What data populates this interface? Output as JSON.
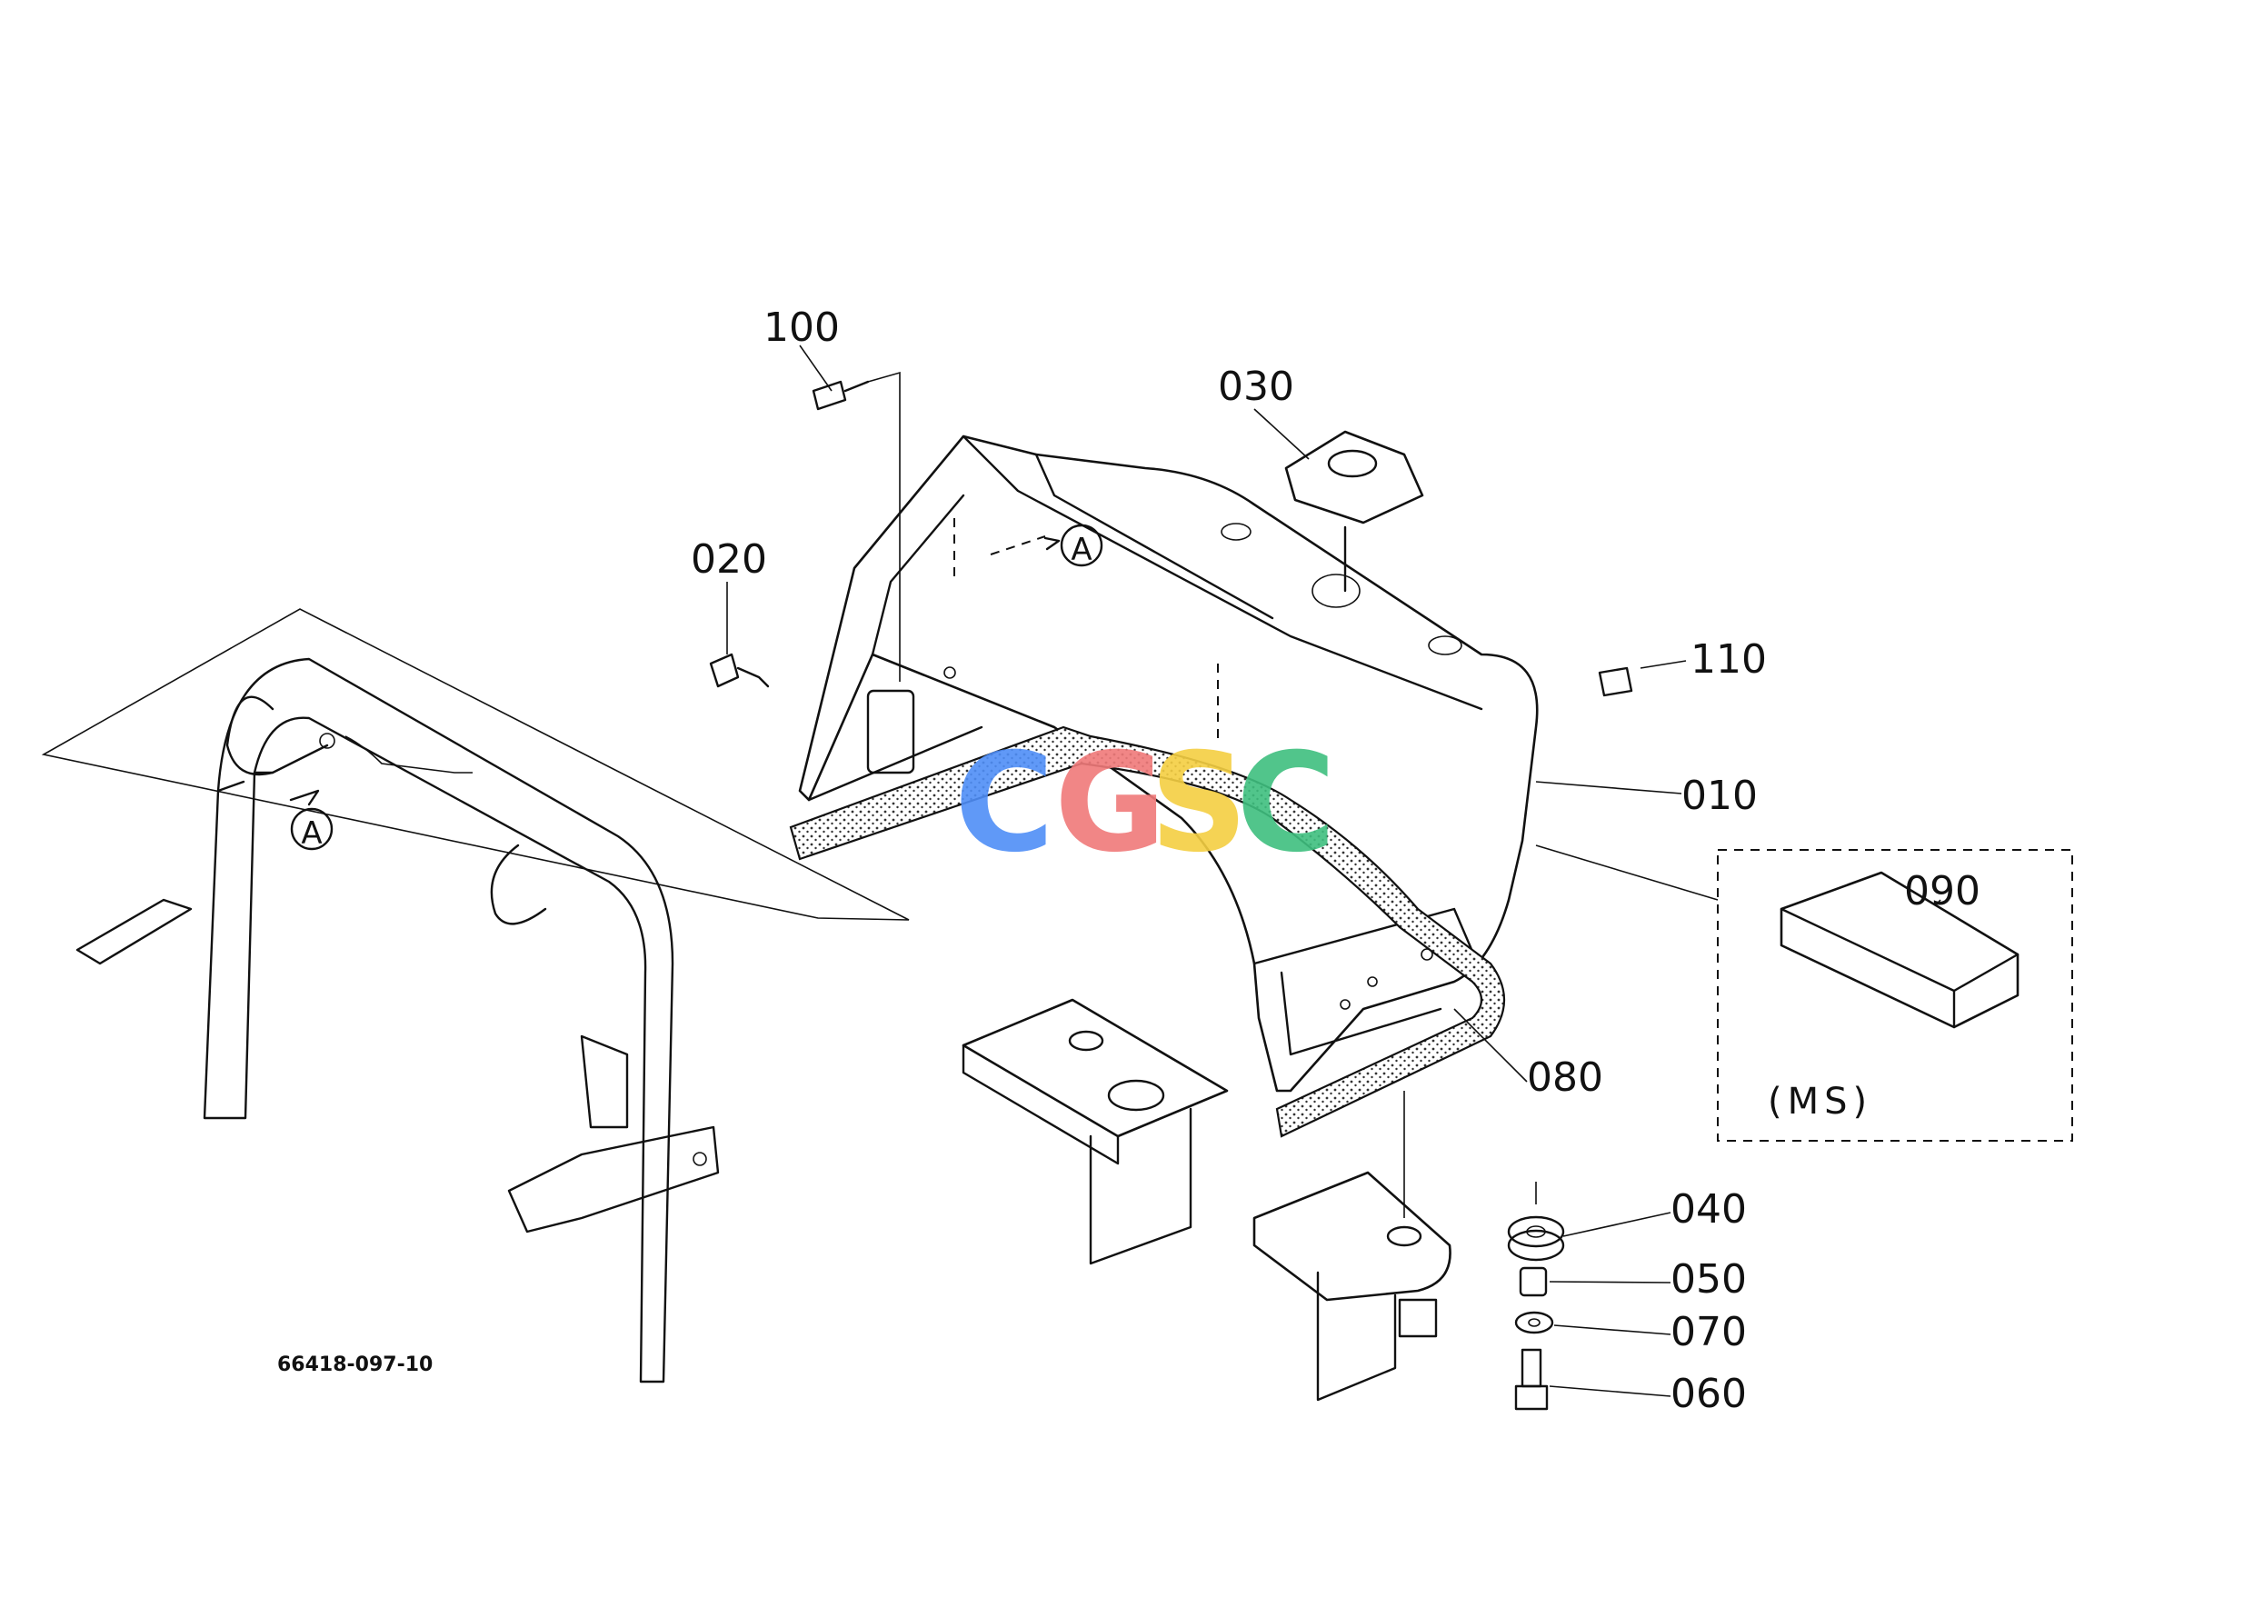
{
  "parts": [
    {
      "id": "p010",
      "label": "010"
    },
    {
      "id": "p020",
      "label": "020"
    },
    {
      "id": "p030",
      "label": "030"
    },
    {
      "id": "p040",
      "label": "040"
    },
    {
      "id": "p050",
      "label": "050"
    },
    {
      "id": "p060",
      "label": "060"
    },
    {
      "id": "p070",
      "label": "070"
    },
    {
      "id": "p080",
      "label": "080"
    },
    {
      "id": "p090",
      "label": "090"
    },
    {
      "id": "p100",
      "label": "100"
    },
    {
      "id": "p110",
      "label": "110"
    }
  ],
  "view_marker": "A",
  "view_marker_frame": "A",
  "option_box_label": "(MS)",
  "drawing_number": "66418-097-10",
  "watermark": {
    "letters": [
      "C",
      "G",
      "S",
      "C"
    ],
    "colors": [
      "#4f8ef7",
      "#f07a7a",
      "#f5cf42",
      "#3fbf7f"
    ]
  }
}
